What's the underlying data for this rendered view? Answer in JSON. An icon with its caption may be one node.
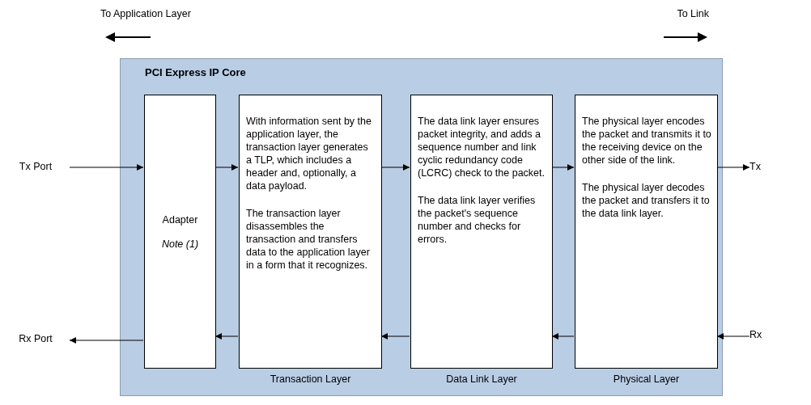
{
  "diagram": {
    "nodes": [
      {
        "text": [
          "PCI Express IP Core"
        ]
      },
      {
        "text": [
          "Adapter",
          "Note (1)"
        ],
        "in": 0
      },
      {
        "text": [
          "With information sent by the application layer, the transaction layer generates a TLP, which includes a header and, optionally, a data payload.",
          "The transaction layer disassembles the transaction and transfers data to the application layer in a form that it recognizes."
        ],
        "in": 0,
        "beside": [
          "Transaction Layer"
        ]
      },
      {
        "text": [
          "The data link layer ensures packet integrity, and adds a sequence number and link cyclic redundancy code (LCRC) check to the packet.",
          "The data link layer verifies the packet's sequence number and checks for errors."
        ],
        "in": 0,
        "beside": [
          "Data Link Layer"
        ]
      },
      {
        "text": [
          "The physical layer encodes the packet and transmits it to the receiving device on the other side of the link.",
          "The physical layer decodes the packet and transfers it to the data link layer."
        ],
        "in": 0,
        "beside": [
          "Physical Layer"
        ]
      },
      {
        "text": [
          "Tx Port"
        ]
      },
      {
        "text": [
          "Rx Port"
        ]
      },
      {
        "text": [
          "Tx"
        ]
      },
      {
        "text": [
          "Rx"
        ]
      }
    ],
    "edges": [
      {
        "from": 5,
        "to": 1,
        "arrow": "to"
      },
      {
        "from": 1,
        "to": 2,
        "arrow": "to"
      },
      {
        "from": 2,
        "to": 3,
        "arrow": "to"
      },
      {
        "from": 3,
        "to": 4,
        "arrow": "to"
      },
      {
        "from": 4,
        "to": 7,
        "arrow": "to"
      },
      {
        "from": 8,
        "to": 4,
        "arrow": "to"
      },
      {
        "from": 4,
        "to": 3,
        "arrow": "to"
      },
      {
        "from": 3,
        "to": 2,
        "arrow": "to"
      },
      {
        "from": 2,
        "to": 1,
        "arrow": "to"
      },
      {
        "from": 1,
        "to": 6,
        "arrow": "to"
      }
    ],
    "labels": [
      "To Application Layer",
      "To Link"
    ]
  }
}
